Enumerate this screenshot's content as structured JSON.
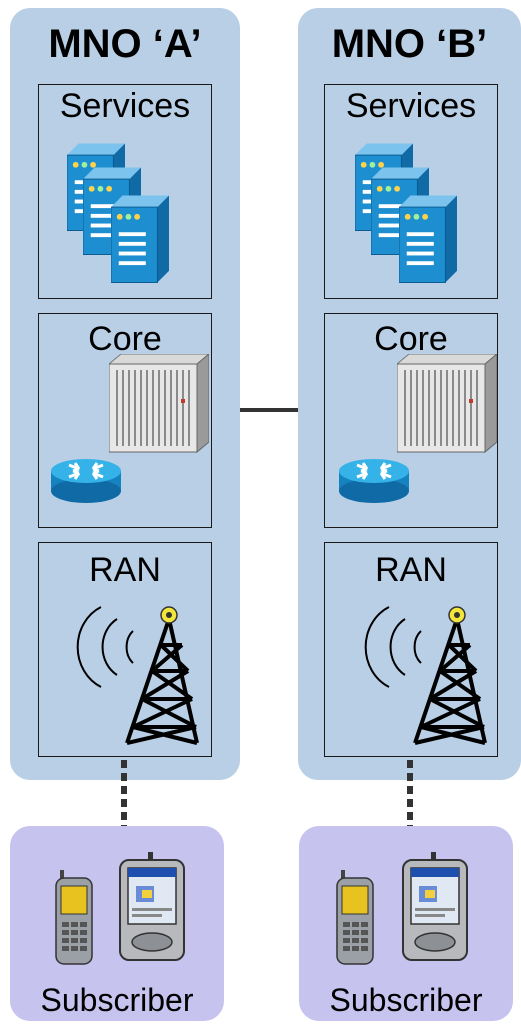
{
  "operators": [
    {
      "name": "MNO ‘A’",
      "services_label": "Services",
      "core_label": "Core",
      "ran_label": "RAN",
      "subscriber_label": "Subscriber"
    },
    {
      "name": "MNO ‘B’",
      "services_label": "Services",
      "core_label": "Core",
      "ran_label": "RAN",
      "subscriber_label": "Subscriber"
    }
  ],
  "colors": {
    "panel": "#b9cfe6",
    "subscriber_panel": "#c7c3ef",
    "server": "#1d8fd1",
    "router": "#1fa0d8"
  },
  "icons": [
    "server-stack-icon",
    "switch-chassis-icon",
    "router-icon",
    "cell-tower-icon",
    "mobile-phone-icon",
    "pda-icon"
  ]
}
